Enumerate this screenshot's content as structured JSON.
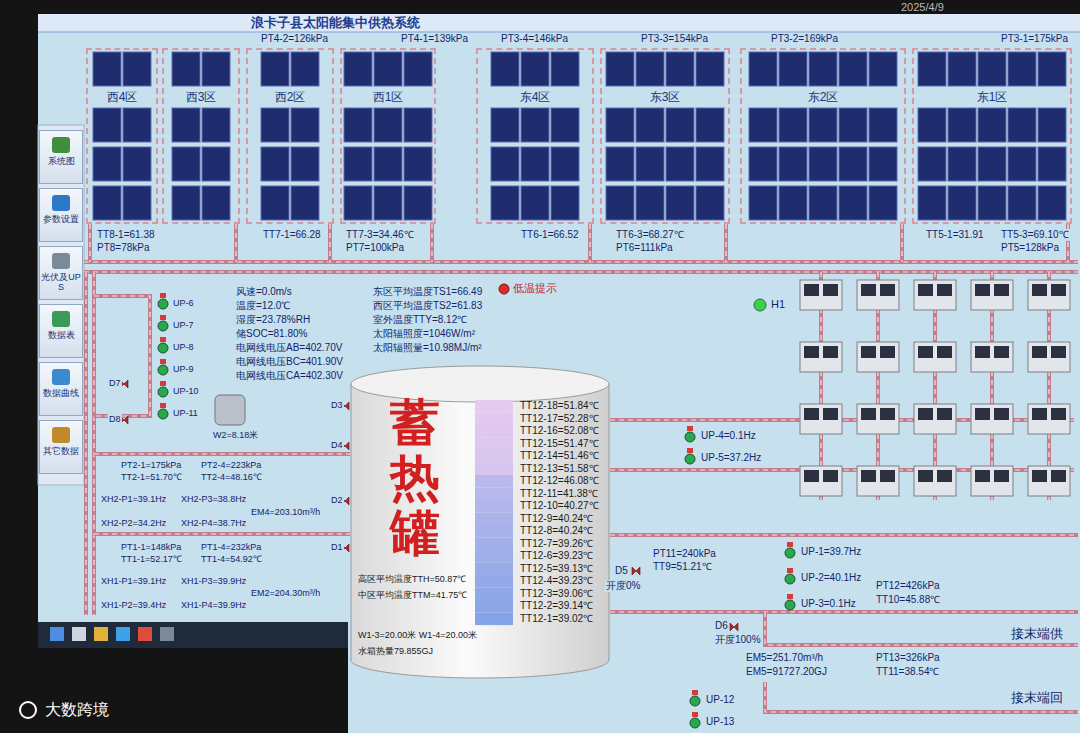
{
  "diagram": {
    "title": "浪卡子县太阳能集中供热系统",
    "nodes": [
      {
        "text": [
          "西4区"
        ]
      },
      {
        "text": [
          "西3区"
        ]
      },
      {
        "text": [
          "西2区"
        ]
      },
      {
        "text": [
          "西1区"
        ]
      },
      {
        "text": [
          "东4区"
        ]
      },
      {
        "text": [
          "东3区"
        ]
      },
      {
        "text": [
          "东2区"
        ]
      },
      {
        "text": [
          "东1区"
        ]
      },
      {
        "text": [
          "系统图"
        ]
      },
      {
        "text": [
          "参数设置"
        ]
      },
      {
        "text": [
          "光伏及UPS"
        ]
      },
      {
        "text": [
          "数据表"
        ]
      },
      {
        "text": [
          "数据曲线"
        ]
      },
      {
        "text": [
          "其它数据"
        ]
      },
      {
        "text": [
          "蓄热罐",
          "高区平均温度TTH=50.87℃",
          "中区平均温度TTM=41.75℃",
          "W1-3=20.00米 W1-4=20.00米",
          "水箱热量79.855GJ",
          "TT12-18=51.84℃",
          "TT12-17=52.28℃",
          "TT12-16=52.08℃",
          "TT12-15=51.47℃",
          "TT12-14=51.46℃",
          "TT12-13=51.58℃",
          "TT12-12=46.08℃",
          "TT12-11=41.38℃",
          "TT12-10=40.27℃",
          "TT12-9=40.24℃",
          "TT12-8=40.24℃",
          "TT12-7=39.26℃",
          "TT12-6=39.23℃",
          "TT12-5=39.13℃",
          "TT12-4=39.23℃",
          "TT12-3=39.06℃",
          "TT12-2=39.14℃",
          "TT12-1=39.02℃"
        ]
      }
    ],
    "labels": [
      "2025/4/9",
      "PT3-1=175kPa",
      "PT3-2=169kPa",
      "PT3-3=154kPa",
      "PT3-4=146kPa",
      "PT4-1=139kPa",
      "PT4-2=126kPa",
      "TT5-1=31.91",
      "TT5-3=69.10℃",
      "PT5=128kPa",
      "TT6-1=66.52",
      "TT6-3=68.27℃",
      "PT6=111kPa",
      "TT7-1=66.28",
      "TT7-3=34.46℃",
      "PT7=100kPa",
      "TT8-1=61.38",
      "PT8=78kPa",
      "风速=0.0m/s",
      "温度=12.0℃",
      "湿度=23.78%RH",
      "储SOC=81.80%",
      "电网线电压AB=402.70V",
      "电网线电压BC=401.90V",
      "电网线电压CA=402.30V",
      "东区平均温度TS1=66.49",
      "西区平均温度TS2=61.83",
      "室外温度TTY=8.12℃",
      "太阳辐照度=1046W/m²",
      "太阳辐照量=10.98MJ/m²",
      "低温提示",
      "H1",
      "UP-6",
      "UP-7",
      "UP-8",
      "UP-9",
      "UP-10",
      "UP-11",
      "D7",
      "D8",
      "W2=8.18米",
      "D1",
      "D2",
      "D3",
      "D4",
      "PT2-1=175kPa",
      "TT2-1=51.70℃",
      "PT2-4=223kPa",
      "TT2-4=48.16℃",
      "XH2-P1=39.1Hz",
      "XH2-P2=34.2Hz",
      "XH2-P3=38.8Hz",
      "XH2-P4=38.7Hz",
      "EM4=203.10m³/h",
      "PT1-1=148kPa",
      "TT1-1=52.17℃",
      "PT1-4=232kPa",
      "TT1-4=54.92℃",
      "XH1-P1=39.1Hz",
      "XH1-P2=39.4Hz",
      "XH1-P3=39.9Hz",
      "XH1-P4=39.9Hz",
      "EM2=204.30m³/h",
      "UP-4=0.1Hz",
      "UP-5=37.2Hz",
      "PT11=240kPa",
      "TT9=51.21℃",
      "D5",
      "开度0%",
      "UP-1=39.7Hz",
      "UP-2=40.1Hz",
      "UP-3=0.1Hz",
      "PT12=426kPa",
      "TT10=45.88℃",
      "D6",
      "开度100%",
      "EM5=251.70m³/h",
      "EM5=91727.20GJ",
      "PT13=326kPa",
      "TT11=38.54℃",
      "接末端供",
      "接末端回",
      "UP-12",
      "UP-13",
      "大数跨境"
    ]
  }
}
